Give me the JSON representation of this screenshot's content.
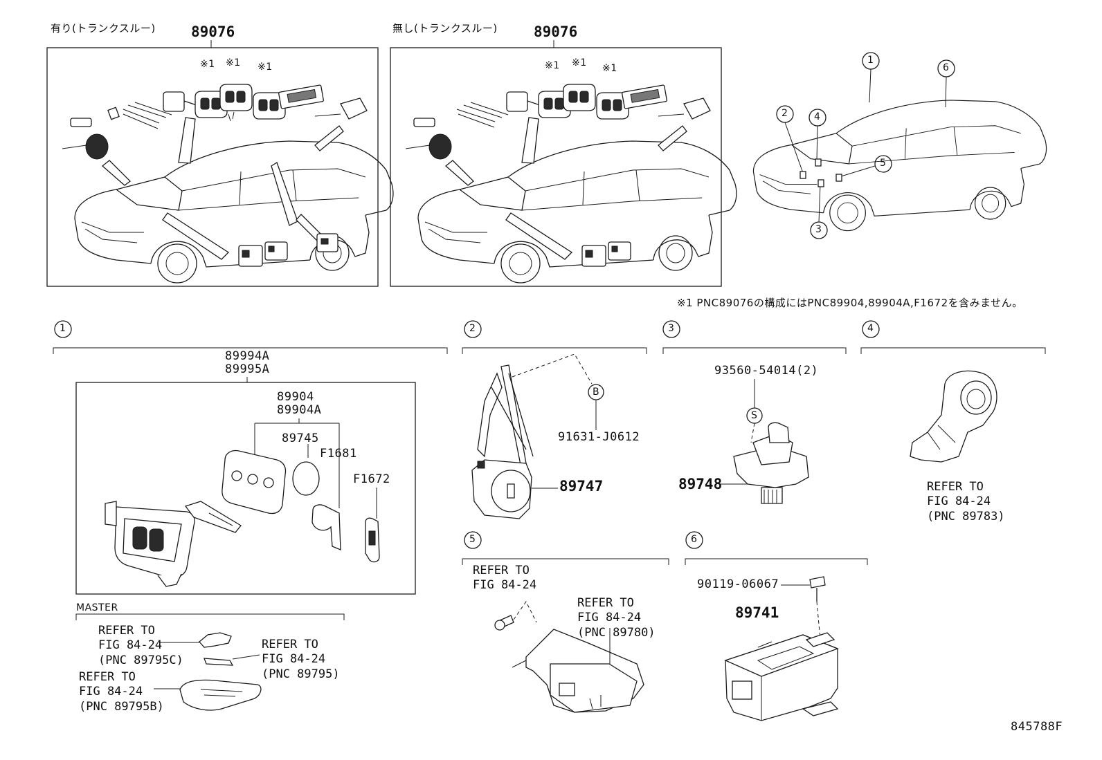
{
  "top_panels": {
    "left_title": "有り(トランクスルー)",
    "left_part": "89076",
    "right_title": "無し(トランクスルー)",
    "right_part": "89076",
    "note_mark": "※1"
  },
  "locator": {
    "c1": "1",
    "c2": "2",
    "c3": "3",
    "c4": "4",
    "c5": "5",
    "c6": "6"
  },
  "footnote": "※1 PNC89076の構成にはPNC89904,89904A,F1672を含みません。",
  "sec1": {
    "num": "1",
    "kit_a": "89994A",
    "kit_b": "89995A",
    "p_89904": "89904",
    "p_89904a": "89904A",
    "p_89745": "89745",
    "p_f1681": "F1681",
    "p_f1672": "F1672",
    "master_title": "MASTER",
    "ref_a": "REFER TO\nFIG 84-24\n(PNC 89795C)",
    "ref_b": "REFER TO\nFIG 84-24\n(PNC 89795)",
    "ref_c": "REFER TO\nFIG 84-24\n(PNC 89795B)"
  },
  "sec2": {
    "num": "2",
    "circle_b": "B",
    "p_bolt": "91631-J0612",
    "p_main": "89747"
  },
  "sec3": {
    "num": "3",
    "p_screw": "93560-54014(2)",
    "circle_s": "S",
    "p_main": "89748"
  },
  "sec4": {
    "num": "4",
    "ref": "REFER TO\nFIG 84-24\n(PNC 89783)"
  },
  "sec5": {
    "num": "5",
    "ref_a": "REFER TO\nFIG 84-24",
    "ref_b": "REFER TO\nFIG 84-24\n(PNC 89780)"
  },
  "sec6": {
    "num": "6",
    "p_bolt": "90119-06067",
    "p_main": "89741"
  },
  "figure_id": "845788F"
}
